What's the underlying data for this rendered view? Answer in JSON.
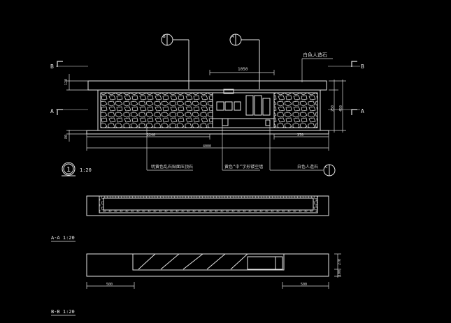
{
  "colors": {
    "background": "#000000",
    "line": "#e6e6e6",
    "dim": "#d8d8d8",
    "stone": "#cfcfcf"
  },
  "section_markers": {
    "left_b": "B",
    "right_b": "B",
    "left_a": "A",
    "right_a": "A"
  },
  "callouts": {
    "top_left_symbol": "B",
    "top_mid_symbol": "A",
    "right_symbol": "C"
  },
  "elevation": {
    "dim_top_center": "1050",
    "dim_left_cap": "120",
    "dim_left_base": "80",
    "dim_right_total": "450",
    "dim_right_inner": "250",
    "dim_bottom_left": "2240",
    "dim_bottom_right": "370",
    "dim_overall": "4000",
    "label_top_right": "白色人造石",
    "label_bottom_left": "明黄色乱石贴面压顶石",
    "label_bottom_mid": "黄色“中”字形镂空墙",
    "label_bottom_right": "白色人造石"
  },
  "scale_badge": {
    "number": "1",
    "scale": "1:20"
  },
  "plan_a": {
    "title": "A-A 1:20"
  },
  "plan_b": {
    "title": "B-B 1:20",
    "dim_left": "500",
    "dim_right": "500",
    "dim_side_top": "270",
    "dim_side_bottom": "100"
  }
}
